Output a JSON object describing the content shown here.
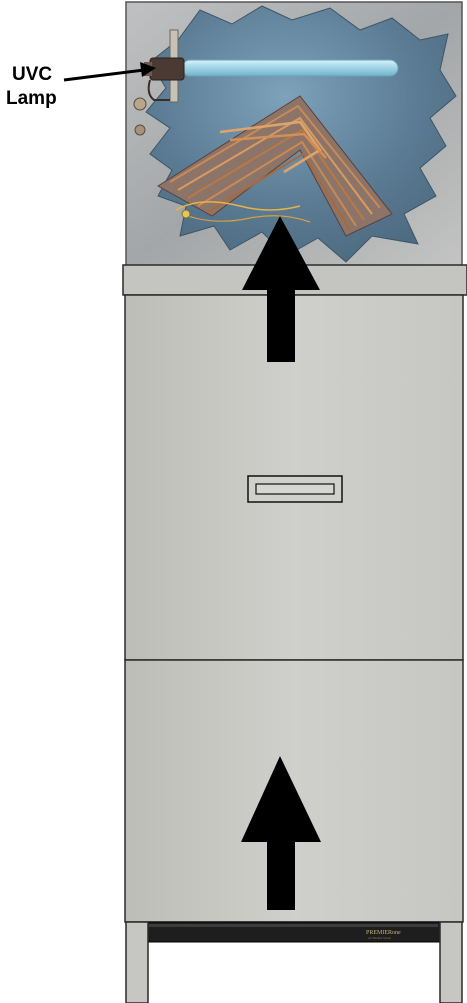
{
  "callout": {
    "line1": "UVC",
    "line2": "Lamp"
  },
  "brand": {
    "name": "PREMIERone",
    "tagline": "Air Handler Model"
  },
  "colors": {
    "cabinet": "#c9c9c5",
    "cabinet_edge": "#2a2a2a",
    "coil_panel": "#a9acae",
    "cutout": "#5f7f96",
    "lamp_tube": "#9fd3e6",
    "copper": "#b87947",
    "arrow": "#000000"
  },
  "arrows": {
    "count": 2,
    "direction": "up"
  }
}
